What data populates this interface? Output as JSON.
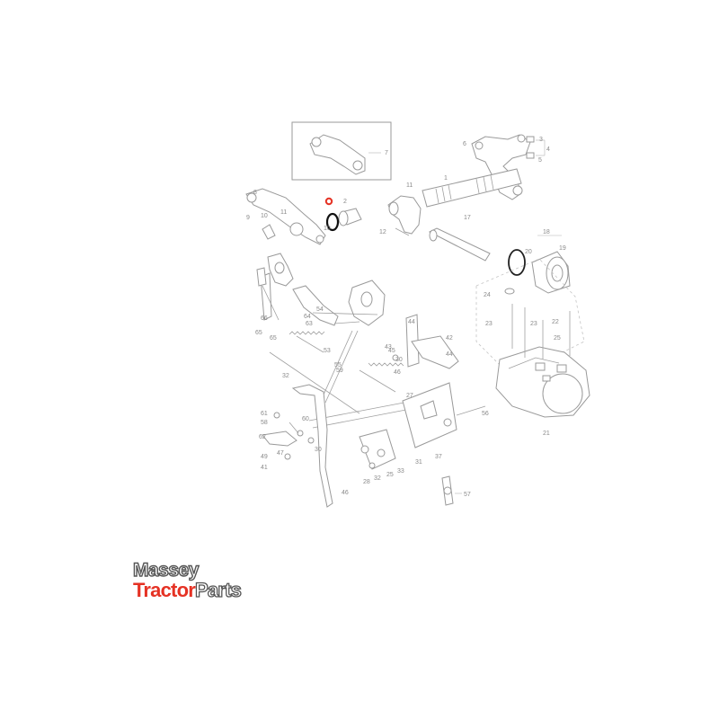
{
  "diagram": {
    "callouts": [
      "7",
      "4",
      "3",
      "5",
      "6",
      "1",
      "10",
      "2",
      "11",
      "11",
      "12",
      "17",
      "8",
      "10",
      "9",
      "19",
      "20",
      "18",
      "66",
      "64",
      "24",
      "65",
      "54",
      "63",
      "23",
      "23",
      "25",
      "22",
      "44",
      "45",
      "43",
      "42",
      "65",
      "55",
      "53",
      "32",
      "44",
      "59",
      "46",
      "30",
      "27",
      "56",
      "21",
      "61",
      "58",
      "60",
      "62",
      "30",
      "49",
      "47",
      "41",
      "28",
      "32",
      "25",
      "33",
      "37",
      "31",
      "46",
      "57"
    ],
    "highlight_color": "#e53224"
  },
  "logo": {
    "line1": "Massey",
    "line2_red": "Tractor",
    "line2_outline": "Parts",
    "brand_color": "#e53224"
  }
}
